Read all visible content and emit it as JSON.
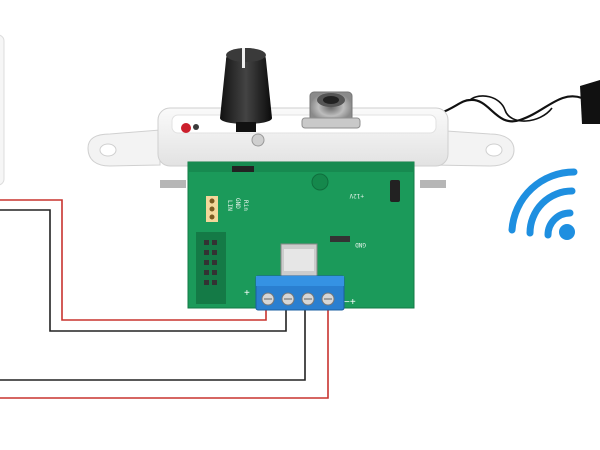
{
  "pcb_labels": {
    "rin": "Rin",
    "gnd_small": "GND",
    "lin": "LIN",
    "v12": "+12V",
    "gnd": "GND"
  },
  "terminal_polarity": {
    "left": "+",
    "right": "−+"
  },
  "icons": {
    "wifi": "wifi-icon",
    "adapter": "dc-adapter-icon"
  },
  "colors": {
    "pcb": "#1b9a5a",
    "wifi": "#1e8fe0",
    "terminal": "#2a7fd0",
    "wire_red": "#c8332f",
    "wire_black": "#222222",
    "faceplate": "#f2f2f2"
  }
}
